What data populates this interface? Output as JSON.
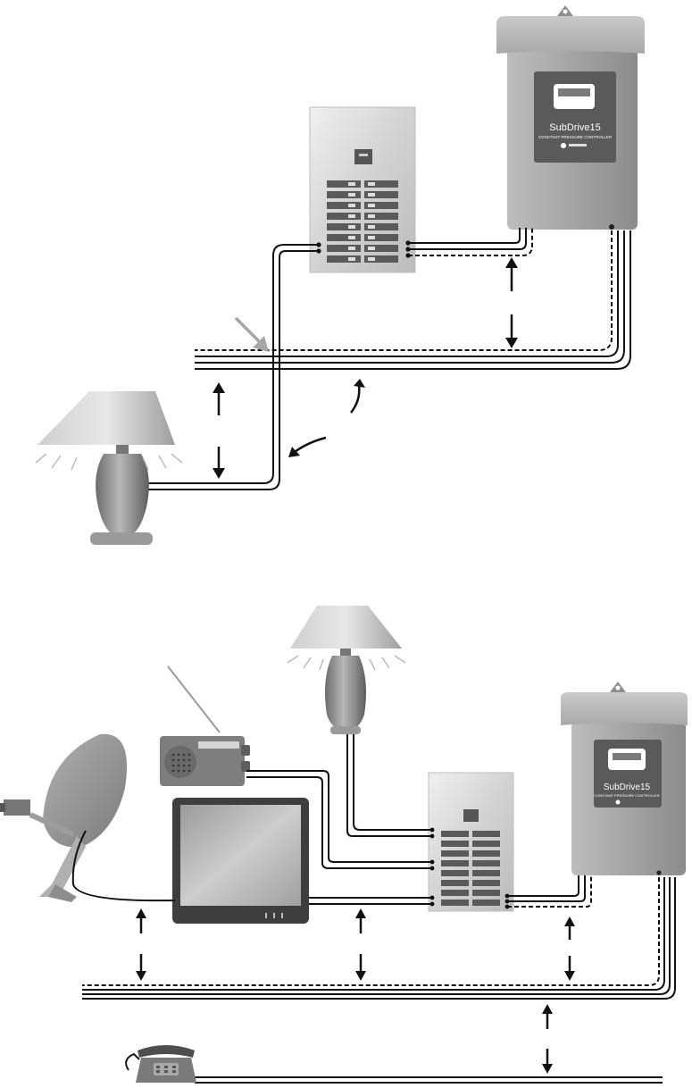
{
  "diagrams": [
    {
      "id": "top",
      "devices": [
        "subdrive-controller",
        "breaker-panel",
        "lamp"
      ],
      "drive": {
        "brand": "SubDrive15",
        "subtitle": "CONSTANT PRESSURE CONTROLLER"
      }
    },
    {
      "id": "bottom",
      "devices": [
        "satellite-dish",
        "radio",
        "television",
        "lamp",
        "breaker-panel",
        "subdrive-controller",
        "telephone"
      ],
      "drive": {
        "brand": "SubDrive15",
        "subtitle": "CONSTANT PRESSURE CONTROLLER"
      }
    }
  ],
  "icons": [
    "controller-icon",
    "breaker-panel-icon",
    "lamp-icon",
    "radio-icon",
    "tv-icon",
    "satellite-dish-icon",
    "telephone-icon",
    "arrow-icon"
  ],
  "colors": {
    "wire": "#111111",
    "device_gray": "#9a9a9a",
    "panel_light": "#d6d6d6",
    "highlight_arrow": "#a6a6a6"
  }
}
